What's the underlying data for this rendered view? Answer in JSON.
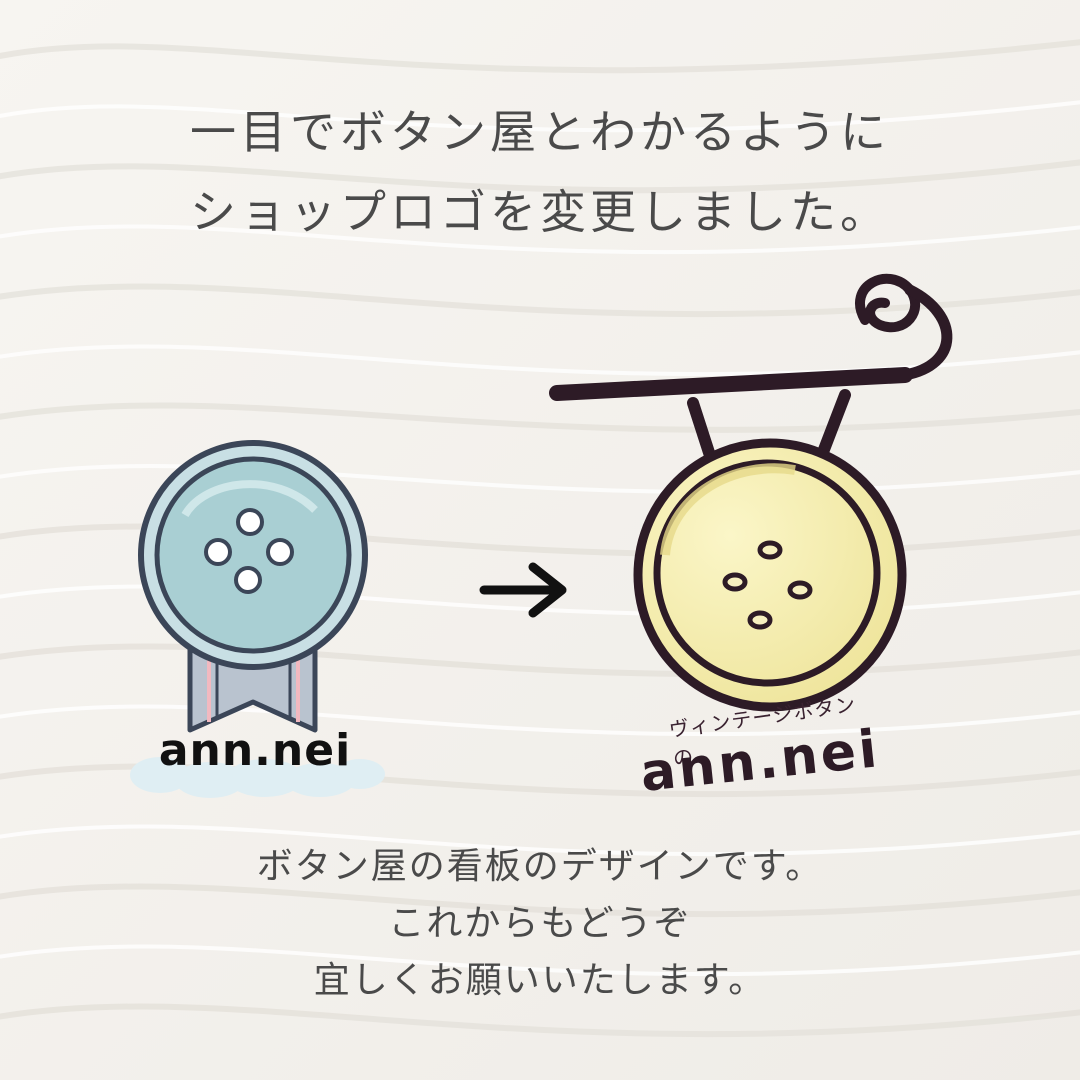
{
  "headline": {
    "line1": "一目でボタン屋とわかるように",
    "line2": "ショップロゴを変更しました。"
  },
  "old_logo": {
    "brand_text": "ann.nei",
    "icon": "button-ribbon-icon",
    "colors": {
      "button": "#a9cfd3",
      "outline": "#3b4658",
      "ribbon": "#b9c3cf",
      "cloud": "#dfeef3"
    }
  },
  "arrow": {
    "icon": "right-arrow-icon"
  },
  "new_logo": {
    "tagline": "ヴィンテージボタンの",
    "brand_text": "ann.nei",
    "icon": "hanging-button-sign-icon",
    "colors": {
      "button": "#f6eeaa",
      "outline": "#2d1b26"
    }
  },
  "footer": {
    "line1": "ボタン屋の看板のデザインです。",
    "line2": "これからもどうぞ",
    "line3": "宜しくお願いいたします。"
  }
}
